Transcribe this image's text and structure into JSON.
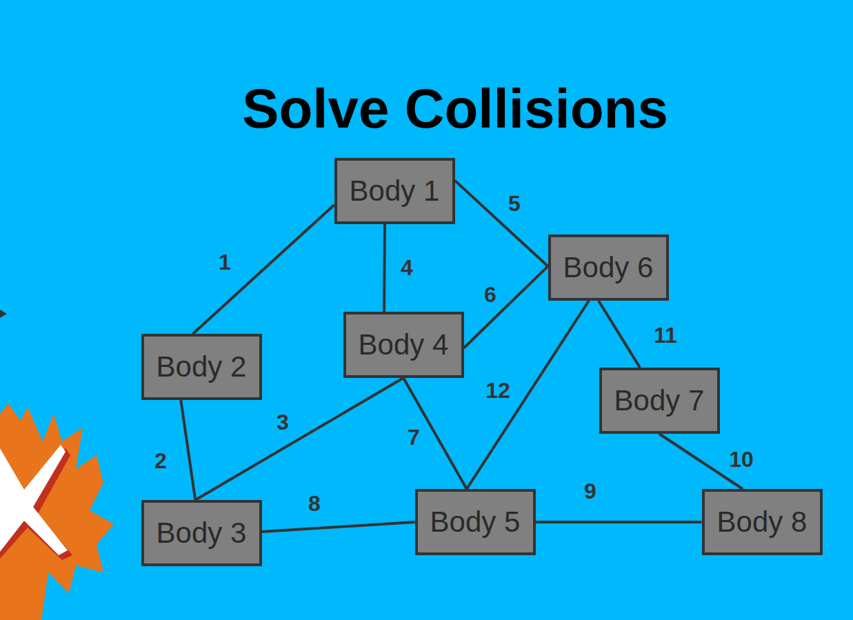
{
  "diagram": {
    "title": "Solve Collisions",
    "nodes": [
      {
        "text": [
          "Body 1"
        ]
      },
      {
        "text": [
          "Body 2"
        ]
      },
      {
        "text": [
          "Body 3"
        ]
      },
      {
        "text": [
          "Body 4"
        ]
      },
      {
        "text": [
          "Body 5"
        ]
      },
      {
        "text": [
          "Body 6"
        ]
      },
      {
        "text": [
          "Body 7"
        ]
      },
      {
        "text": [
          "Body 8"
        ]
      }
    ],
    "edges": [
      {
        "from": 0,
        "to": 1,
        "arrow": "none",
        "label": "1"
      },
      {
        "from": 1,
        "to": 2,
        "arrow": "none",
        "label": "2"
      },
      {
        "from": 2,
        "to": 3,
        "arrow": "none",
        "label": "3"
      },
      {
        "from": 0,
        "to": 3,
        "arrow": "none",
        "label": "4"
      },
      {
        "from": 0,
        "to": 5,
        "arrow": "none",
        "label": "5"
      },
      {
        "from": 3,
        "to": 5,
        "arrow": "none",
        "label": "6"
      },
      {
        "from": 3,
        "to": 4,
        "arrow": "none",
        "label": "7"
      },
      {
        "from": 2,
        "to": 4,
        "arrow": "none",
        "label": "8"
      },
      {
        "from": 4,
        "to": 7,
        "arrow": "none",
        "label": "9"
      },
      {
        "from": 6,
        "to": 7,
        "arrow": "none",
        "label": "10"
      },
      {
        "from": 5,
        "to": 6,
        "arrow": "none",
        "label": "11"
      },
      {
        "from": 5,
        "to": 4,
        "arrow": "none",
        "label": "12"
      }
    ]
  }
}
